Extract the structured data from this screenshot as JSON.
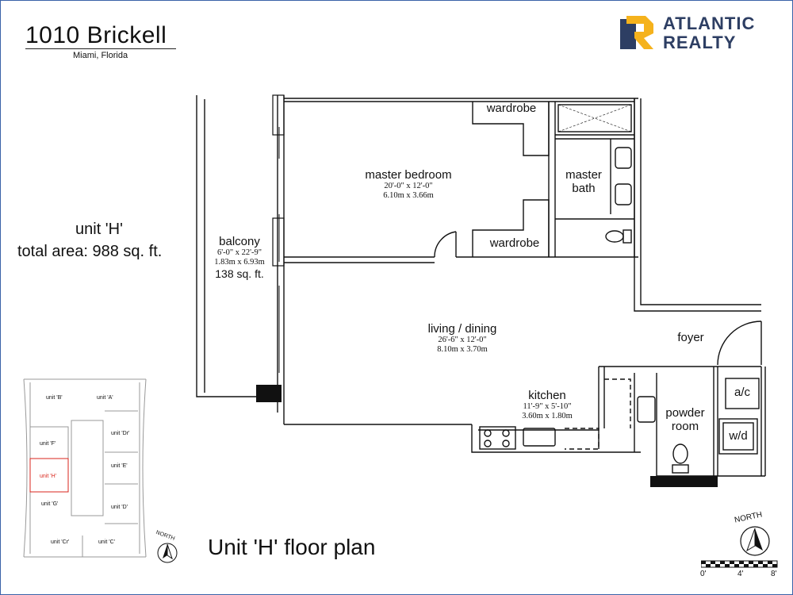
{
  "header": {
    "title": "1010 Brickell",
    "subtitle": "Miami, Florida",
    "logo": {
      "line1": "ATLANTIC",
      "line2": "REALTY",
      "mark_color": "#f5b21c",
      "text_color": "#2d3e63"
    }
  },
  "unit": {
    "name": "unit 'H'",
    "total_area": "total area:  988 sq. ft."
  },
  "rooms": {
    "wardrobe_top": "wardrobe",
    "wardrobe_bottom": "wardrobe",
    "master_bedroom": {
      "name": "master bedroom",
      "dim_ft": "20'-0\" x 12'-0\"",
      "dim_m": "6.10m x 3.66m"
    },
    "master_bath": {
      "line1": "master",
      "line2": "bath"
    },
    "balcony": {
      "name": "balcony",
      "dim_ft": "6'-0\" x 22'-9\"",
      "dim_m": "1.83m x 6.93m",
      "area": "138 sq. ft."
    },
    "living_dining": {
      "name": "living / dining",
      "dim_ft": "26'-6\" x 12'-0\"",
      "dim_m": "8.10m x 3.70m"
    },
    "foyer": "foyer",
    "kitchen": {
      "name": "kitchen",
      "dim_ft": "11'-9\" x 5'-10\"",
      "dim_m": "3.60m x 1.80m"
    },
    "powder_room": {
      "line1": "powder",
      "line2": "room"
    },
    "ac": "a/c",
    "wd": "w/d"
  },
  "key_plan": {
    "units": [
      "unit 'B'",
      "unit 'A'",
      "unit 'Dr'",
      "unit 'F'",
      "unit 'E'",
      "unit 'H'",
      "unit 'G'",
      "unit 'D'",
      "unit 'Cr'",
      "unit 'C'"
    ],
    "north": "NORTH",
    "highlight_color": "#d9261c"
  },
  "footer": {
    "plan_title": "Unit 'H' floor plan",
    "north": "NORTH",
    "scale": [
      "0'",
      "4'",
      "8'"
    ]
  }
}
